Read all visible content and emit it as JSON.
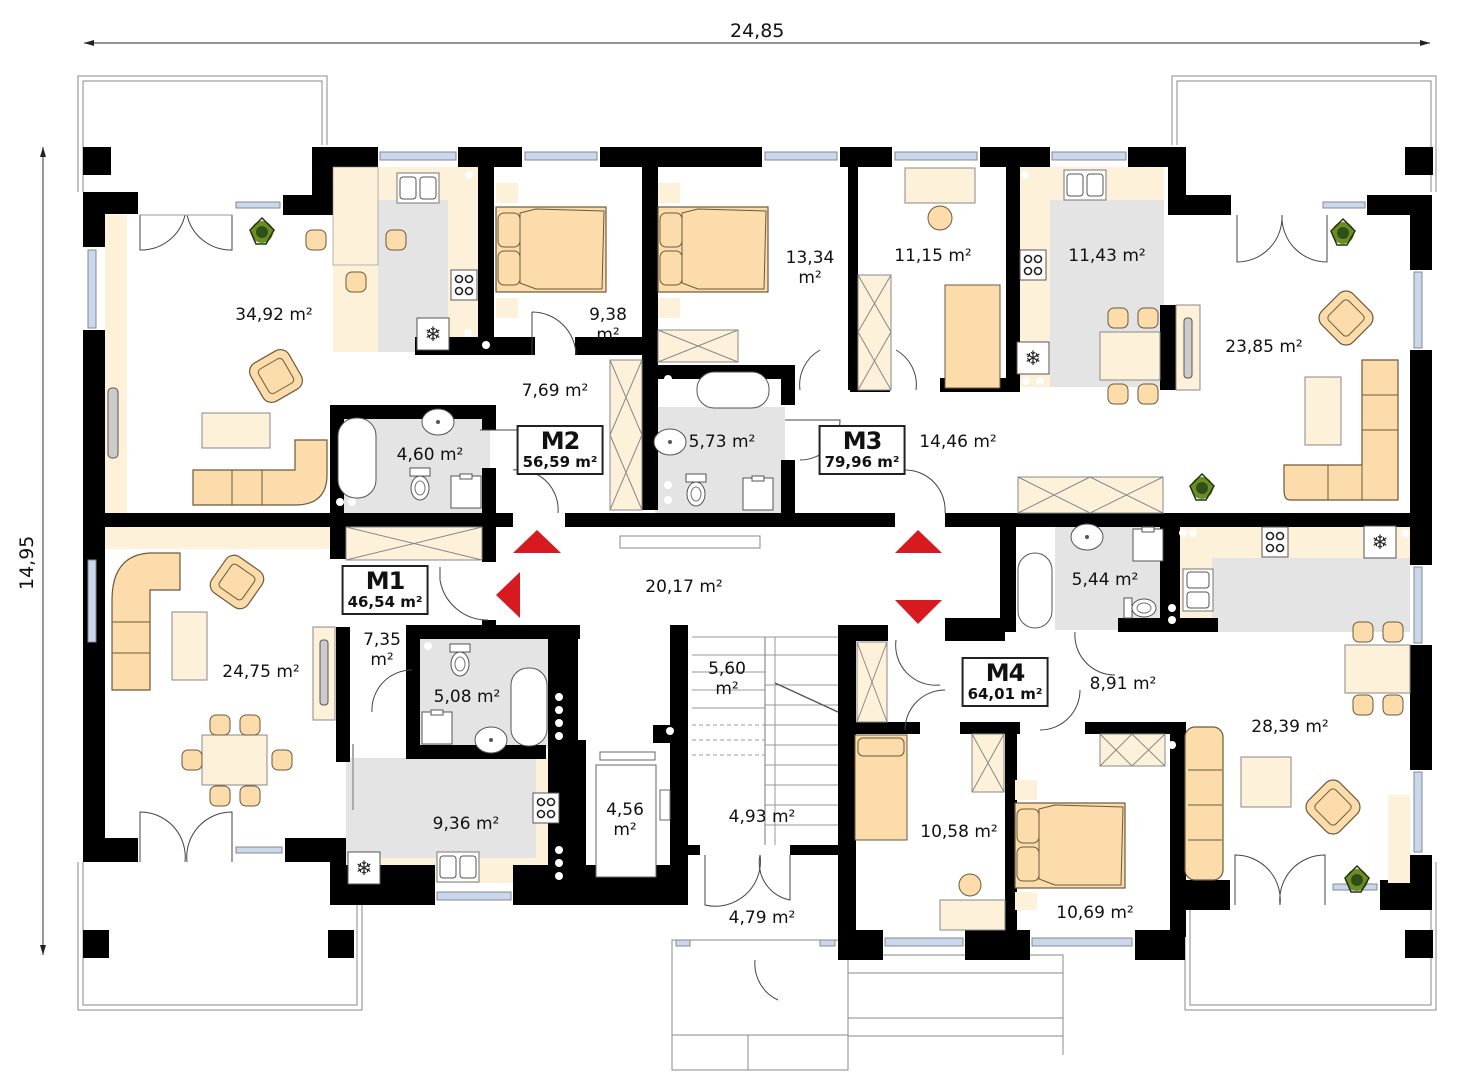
{
  "dimensions": {
    "width_label": "24,85",
    "height_label": "14,95"
  },
  "units": [
    {
      "id": "M1",
      "name": "M1",
      "area": "46,54 m²"
    },
    {
      "id": "M2",
      "name": "M2",
      "area": "56,59 m²"
    },
    {
      "id": "M3",
      "name": "M3",
      "area": "79,96 m²"
    },
    {
      "id": "M4",
      "name": "M4",
      "area": "64,01 m²"
    }
  ],
  "rooms": [
    {
      "id": "m2-living",
      "unit": "M2",
      "value": "34,92",
      "unit_label": "m²"
    },
    {
      "id": "m2-bedroom",
      "unit": "M2",
      "value": "9,38",
      "unit_label": "m²"
    },
    {
      "id": "m2-hall",
      "unit": "M2",
      "value": "7,69",
      "unit_label": "m²"
    },
    {
      "id": "m2-bath",
      "unit": "M2",
      "value": "4,60",
      "unit_label": "m²"
    },
    {
      "id": "m3-bedroom1",
      "unit": "M3",
      "value": "13,34",
      "unit_label": "m²"
    },
    {
      "id": "m3-bedroom2",
      "unit": "M3",
      "value": "11,15",
      "unit_label": "m²"
    },
    {
      "id": "m3-kitchen",
      "unit": "M3",
      "value": "11,43",
      "unit_label": "m²"
    },
    {
      "id": "m3-living",
      "unit": "M3",
      "value": "23,85",
      "unit_label": "m²"
    },
    {
      "id": "m3-bath",
      "unit": "M3",
      "value": "5,73",
      "unit_label": "m²"
    },
    {
      "id": "m3-hall",
      "unit": "M3",
      "value": "14,46",
      "unit_label": "m²"
    },
    {
      "id": "corridor",
      "unit": "",
      "value": "20,17",
      "unit_label": "m²"
    },
    {
      "id": "m1-living",
      "unit": "M1",
      "value": "24,75",
      "unit_label": "m²"
    },
    {
      "id": "m1-hall",
      "unit": "M1",
      "value": "7,35",
      "unit_label": "m²"
    },
    {
      "id": "m1-bath",
      "unit": "M1",
      "value": "5,08",
      "unit_label": "m²"
    },
    {
      "id": "m1-kitchen",
      "unit": "M1",
      "value": "9,36",
      "unit_label": "m²"
    },
    {
      "id": "storage",
      "unit": "",
      "value": "4,56",
      "unit_label": "m²"
    },
    {
      "id": "stairs",
      "unit": "",
      "value": "5,60",
      "unit_label": "m²"
    },
    {
      "id": "lobby",
      "unit": "",
      "value": "4,93",
      "unit_label": "m²"
    },
    {
      "id": "vestibule",
      "unit": "",
      "value": "4,79",
      "unit_label": "m²"
    },
    {
      "id": "m4-bath",
      "unit": "M4",
      "value": "5,44",
      "unit_label": "m²"
    },
    {
      "id": "m4-hall",
      "unit": "M4",
      "value": "8,91",
      "unit_label": "m²"
    },
    {
      "id": "m4-living",
      "unit": "M4",
      "value": "28,39",
      "unit_label": "m²"
    },
    {
      "id": "m4-bedroom1",
      "unit": "M4",
      "value": "10,58",
      "unit_label": "m²"
    },
    {
      "id": "m4-bedroom2",
      "unit": "M4",
      "value": "10,69",
      "unit_label": "m²"
    }
  ],
  "colors": {
    "wall": "#000000",
    "furniture": "#fbdcaa",
    "furniture_stroke": "#5a4a30",
    "counter": "#fdf1da",
    "wet_floor": "#e4e4e4",
    "window_glass": "#c9d8ee",
    "entrance_arrow": "#d71920"
  }
}
